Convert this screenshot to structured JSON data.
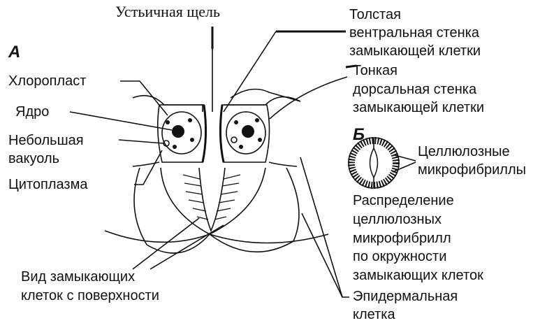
{
  "title": "Устьичная щель",
  "panel_a": {
    "letter": "А",
    "left_labels": {
      "chloroplast": "Хлоропласт",
      "nucleus": "Ядро",
      "vacuole": [
        "Небольшая",
        "вакуоль"
      ],
      "cytoplasm": "Цитоплазма"
    },
    "thick_wall": [
      "Толстая",
      "вентральная стенка",
      "замыкающей клетки"
    ],
    "thin_wall": [
      "Тонкая",
      "дорсальная стенка",
      "замыкающей клетки"
    ],
    "surface_view": [
      "Вид замыкающих",
      "клеток с поверхности"
    ],
    "epidermal_cell": [
      "Эпидермальная",
      "клетка"
    ]
  },
  "panel_b": {
    "letter": "Б",
    "microfibrils": [
      "Целлюлозные",
      "микрофибриллы"
    ],
    "distribution": [
      "Распределение",
      "целлюлозных",
      "микрофибрилл",
      "по окружности",
      "замыкающих клеток"
    ]
  }
}
